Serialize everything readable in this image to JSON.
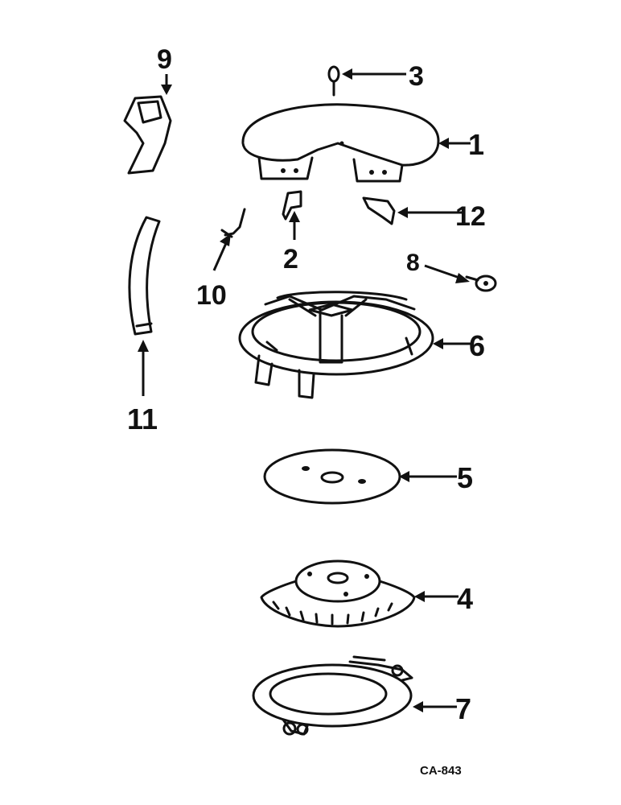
{
  "diagram": {
    "callouts": [
      "1",
      "2",
      "3",
      "4",
      "5",
      "6",
      "7",
      "8",
      "9",
      "10",
      "11",
      "12"
    ],
    "figure_code": "CA-843"
  }
}
